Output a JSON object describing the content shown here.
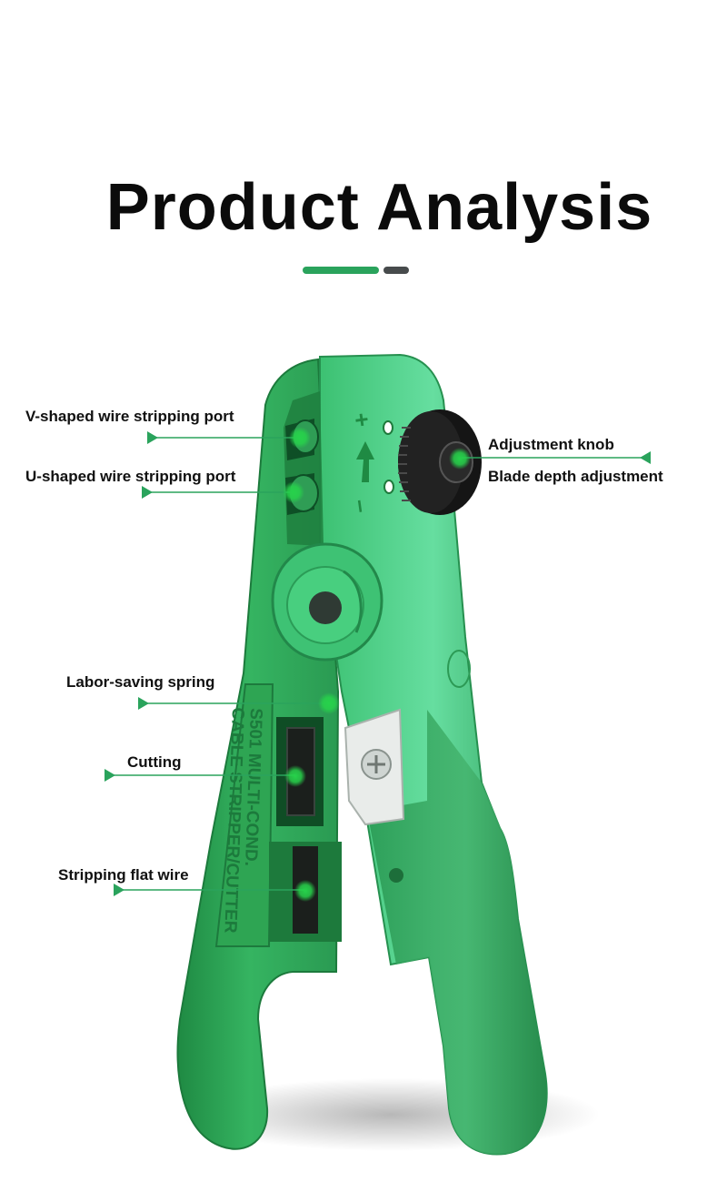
{
  "header": {
    "title": "Product Analysis"
  },
  "colors": {
    "accent_green": "#2aa35c",
    "accent_gray": "#474b4c",
    "tool_body": "#2ea553",
    "tool_highlight": "#6fe0a8",
    "callout_dot": "#22c44a"
  },
  "product": {
    "imprint": [
      "S501 MULTI-COND.",
      "CABLE STRIPPER/CUTTER"
    ],
    "depth_symbols": [
      "+",
      "–"
    ]
  },
  "callouts": [
    {
      "id": "v-port",
      "label": "V-shaped wire stripping port"
    },
    {
      "id": "u-port",
      "label": "U-shaped wire stripping port"
    },
    {
      "id": "knob",
      "label": "Adjustment knob"
    },
    {
      "id": "blade-depth",
      "label": "Blade depth adjustment"
    },
    {
      "id": "spring",
      "label": "Labor-saving spring"
    },
    {
      "id": "cutting",
      "label": "Cutting"
    },
    {
      "id": "flat-wire",
      "label": "Stripping flat wire"
    }
  ]
}
